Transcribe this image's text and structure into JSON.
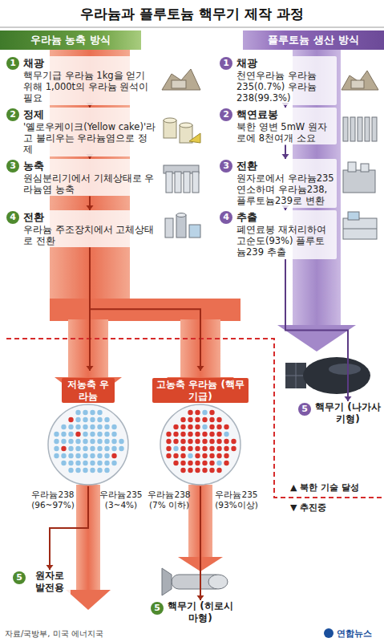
{
  "diagram": {
    "title": "우라늄과 플루토늄 핵무기 제작 과정",
    "nodes": [
      {
        "text": [
          "우라늄 농축 방식"
        ]
      },
      {
        "text": [
          "플루토늄 생산 방식"
        ]
      },
      {
        "text": [
          "채광",
          "핵무기급 우라늄 1kg을 얻기 위해 1,000t의 우라늄 원석이 필요"
        ]
      },
      {
        "text": [
          "정제",
          "'옐로우케이크(Yellow cake)'라고 불리우는 우라늄염으로 정제"
        ]
      },
      {
        "text": [
          "농축",
          "원심분리기에서 기체상태로 우라늄염 농축"
        ]
      },
      {
        "text": [
          "전환",
          "우라늄 주조장치에서 고체상태로 전환"
        ]
      },
      {
        "text": [
          "채광",
          "천연우라늄 우라늄235(0.7%) 우라늄238(99.3%)"
        ]
      },
      {
        "text": [
          "핵연료봉",
          "북한 영변 5mW 원자로에 8천여개 소요"
        ]
      },
      {
        "text": [
          "전환",
          "원자로에서 우라늄235 연소하며 우라늄238, 플루토늄239로 변환"
        ]
      },
      {
        "text": [
          "추출",
          "폐연료봉 재처리하여 고순도(93%) 플루토늄239 추출"
        ]
      },
      {
        "text": [
          "저농축 우라늄"
        ]
      },
      {
        "text": [
          "고농축 우라늄 (핵무기급)"
        ]
      },
      {
        "text": [
          "원자로 발전용"
        ]
      },
      {
        "text": [
          "핵무기 (히로시마형)"
        ]
      },
      {
        "text": [
          "핵무기 (나가사키형)"
        ]
      }
    ],
    "edges": [
      {
        "from": 2,
        "to": 3,
        "arrow": "to"
      },
      {
        "from": 3,
        "to": 4,
        "arrow": "to"
      },
      {
        "from": 4,
        "to": 5,
        "arrow": "to"
      },
      {
        "from": 5,
        "to": 10,
        "arrow": "to"
      },
      {
        "from": 5,
        "to": 11,
        "arrow": "to"
      },
      {
        "from": 10,
        "to": 12,
        "arrow": "to"
      },
      {
        "from": 11,
        "to": 13,
        "arrow": "to"
      },
      {
        "from": 6,
        "to": 7,
        "arrow": "to"
      },
      {
        "from": 7,
        "to": 8,
        "arrow": "to"
      },
      {
        "from": 8,
        "to": 9,
        "arrow": "to"
      },
      {
        "from": 9,
        "to": 14,
        "arrow": "to"
      }
    ],
    "labels": [
      "1",
      "2",
      "3",
      "4",
      "1",
      "2",
      "3",
      "4",
      "우라늄238 (96~97%)",
      "우라늄235 (3~4%)",
      "우라늄238 (7% 이하)",
      "우라늄235 (93%이상)",
      "5",
      "5",
      "5",
      "▲ 북한 기술 달성",
      "▼ 추진중",
      "자료/국방부, 미국 에너지국",
      "연합뉴스"
    ]
  }
}
